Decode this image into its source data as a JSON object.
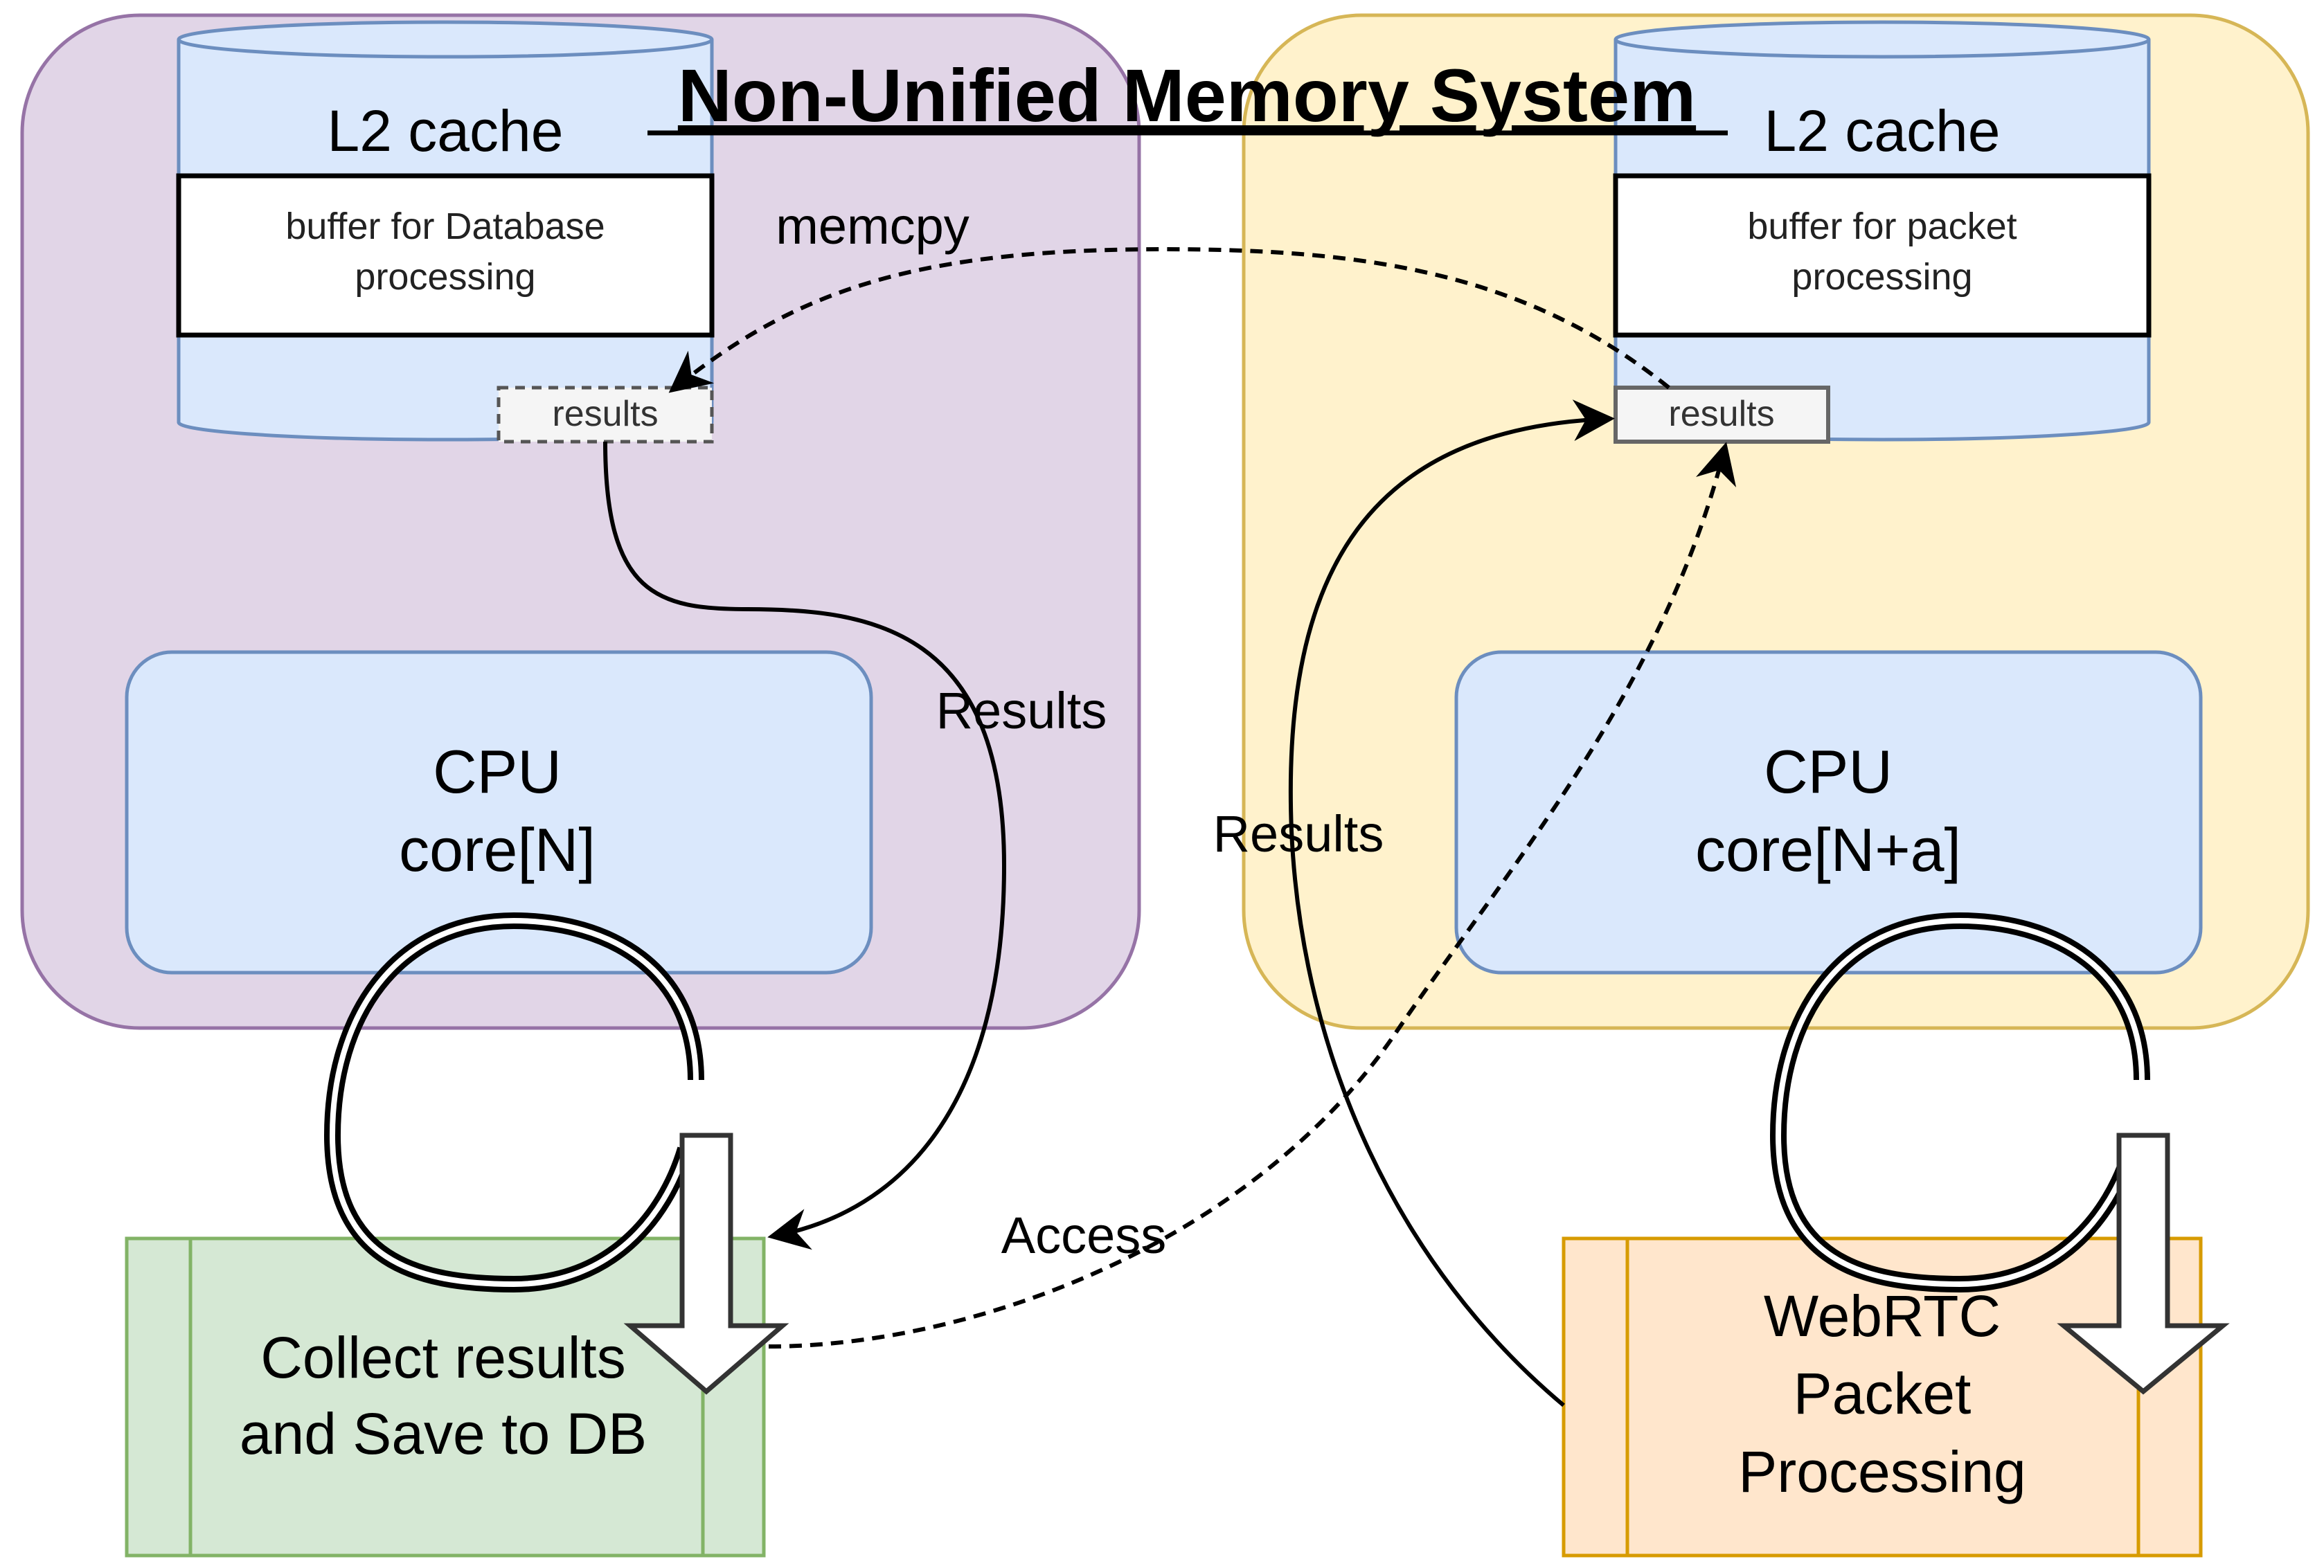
{
  "title": "Non-Unified Memory System",
  "colors": {
    "left_container_fill": "#e1d5e7",
    "left_container_stroke": "#9673a6",
    "right_container_fill": "#fff2cc",
    "right_container_stroke": "#d6b656",
    "cache_fill": "#dae8fc",
    "cache_stroke": "#6c8ebf",
    "left_process_fill": "#d5e8d4",
    "left_process_stroke": "#82b366",
    "right_process_fill": "#ffe6cc",
    "right_process_stroke": "#d79b00"
  },
  "left": {
    "cache_label": "L2 cache",
    "buffer_lines": [
      "buffer for Database",
      "processing"
    ],
    "results_label": "results",
    "cpu_lines": [
      "CPU",
      "core[N]"
    ],
    "process_lines": [
      "Collect results",
      "and Save to DB"
    ]
  },
  "right": {
    "cache_label": "L2 cache",
    "buffer_lines": [
      "buffer for packet",
      "processing"
    ],
    "results_label": "results",
    "cpu_lines": [
      "CPU",
      "core[N+a]"
    ],
    "process_lines": [
      "WebRTC",
      "Packet",
      "Processing"
    ]
  },
  "edges": {
    "memcpy": "memcpy",
    "results_left": "Results",
    "results_right": "Results",
    "access": "Access"
  }
}
